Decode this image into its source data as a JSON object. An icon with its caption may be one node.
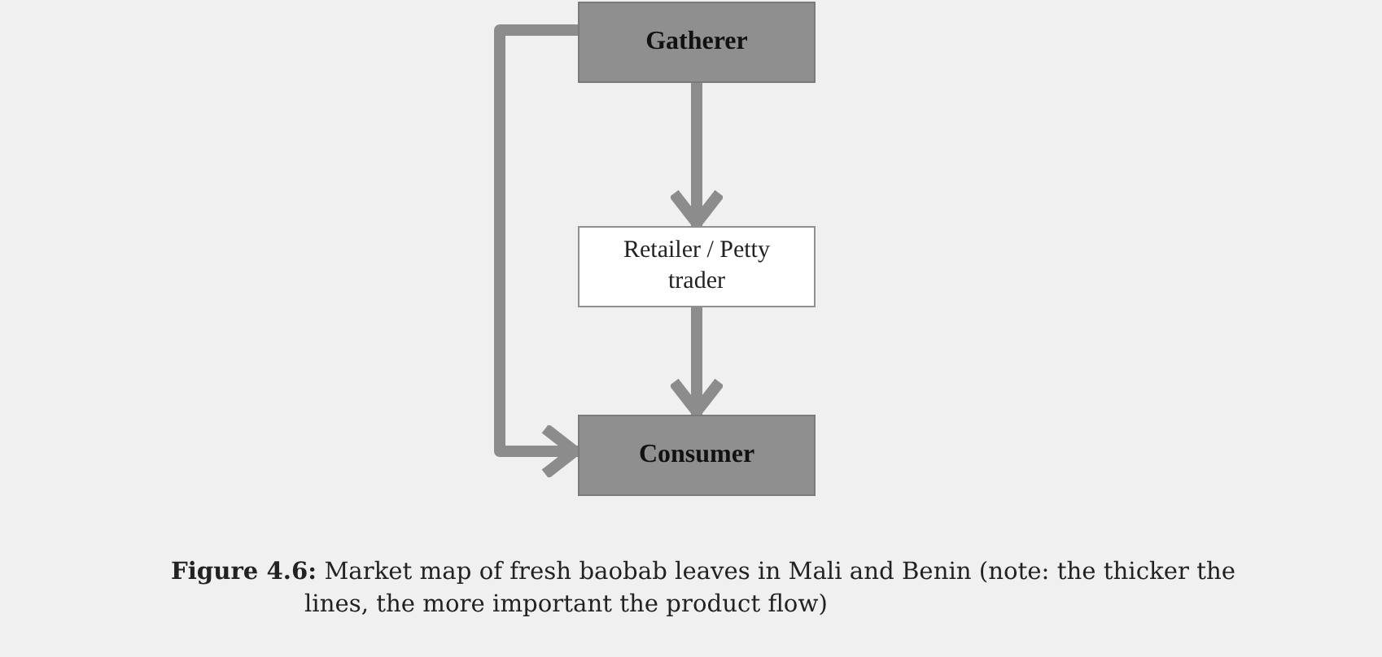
{
  "diagram": {
    "caption": "**Figure 4.6:** Market map of fresh baobab leaves in Mali and Benin (note: the thicker the lines, the more important the product flow)",
    "nodes": [
      {
        "text": [
          "Gatherer"
        ]
      },
      {
        "text": [
          "Retailer / Petty trader"
        ]
      },
      {
        "text": [
          "Consumer"
        ]
      }
    ],
    "edges": [
      {
        "from": 0,
        "to": 1,
        "arrow": "to"
      },
      {
        "from": 1,
        "to": 2,
        "arrow": "to"
      },
      {
        "from": 0,
        "to": 2,
        "arrow": "to"
      }
    ]
  }
}
